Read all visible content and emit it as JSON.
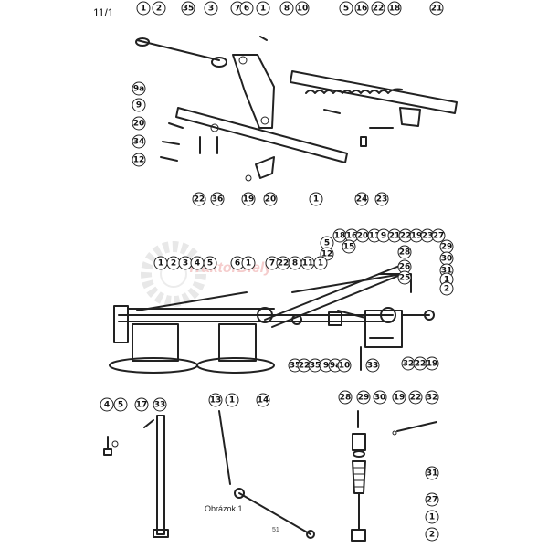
{
  "page_label": "11/1",
  "watermark_text": "TraktorDiely",
  "figure_caption": "Obrázok 1",
  "stray_mark": "51",
  "accent_color": "#f4c7c7",
  "callouts": {
    "top": [
      "1",
      "2",
      "35",
      "3",
      "7",
      "6",
      "1",
      "8",
      "10",
      "5",
      "16",
      "22",
      "18",
      "21",
      "9a",
      "9",
      "20",
      "34",
      "12",
      "22",
      "36",
      "19",
      "20",
      "1",
      "24",
      "23"
    ],
    "middle": [
      "18",
      "16",
      "20",
      "11",
      "9",
      "21",
      "22",
      "19",
      "23",
      "27",
      "5",
      "12",
      "15",
      "1",
      "2",
      "3",
      "4",
      "5",
      "6",
      "1",
      "7",
      "22",
      "8",
      "11",
      "1",
      "28",
      "26",
      "25",
      "29",
      "30",
      "31",
      "1",
      "2",
      "35",
      "22",
      "35",
      "9",
      "9a",
      "10",
      "33",
      "32",
      "22",
      "19"
    ],
    "bottom": [
      "4",
      "5",
      "17",
      "33",
      "13",
      "1",
      "14",
      "28",
      "29",
      "30",
      "19",
      "22",
      "32",
      "31",
      "27",
      "1",
      "2"
    ]
  }
}
